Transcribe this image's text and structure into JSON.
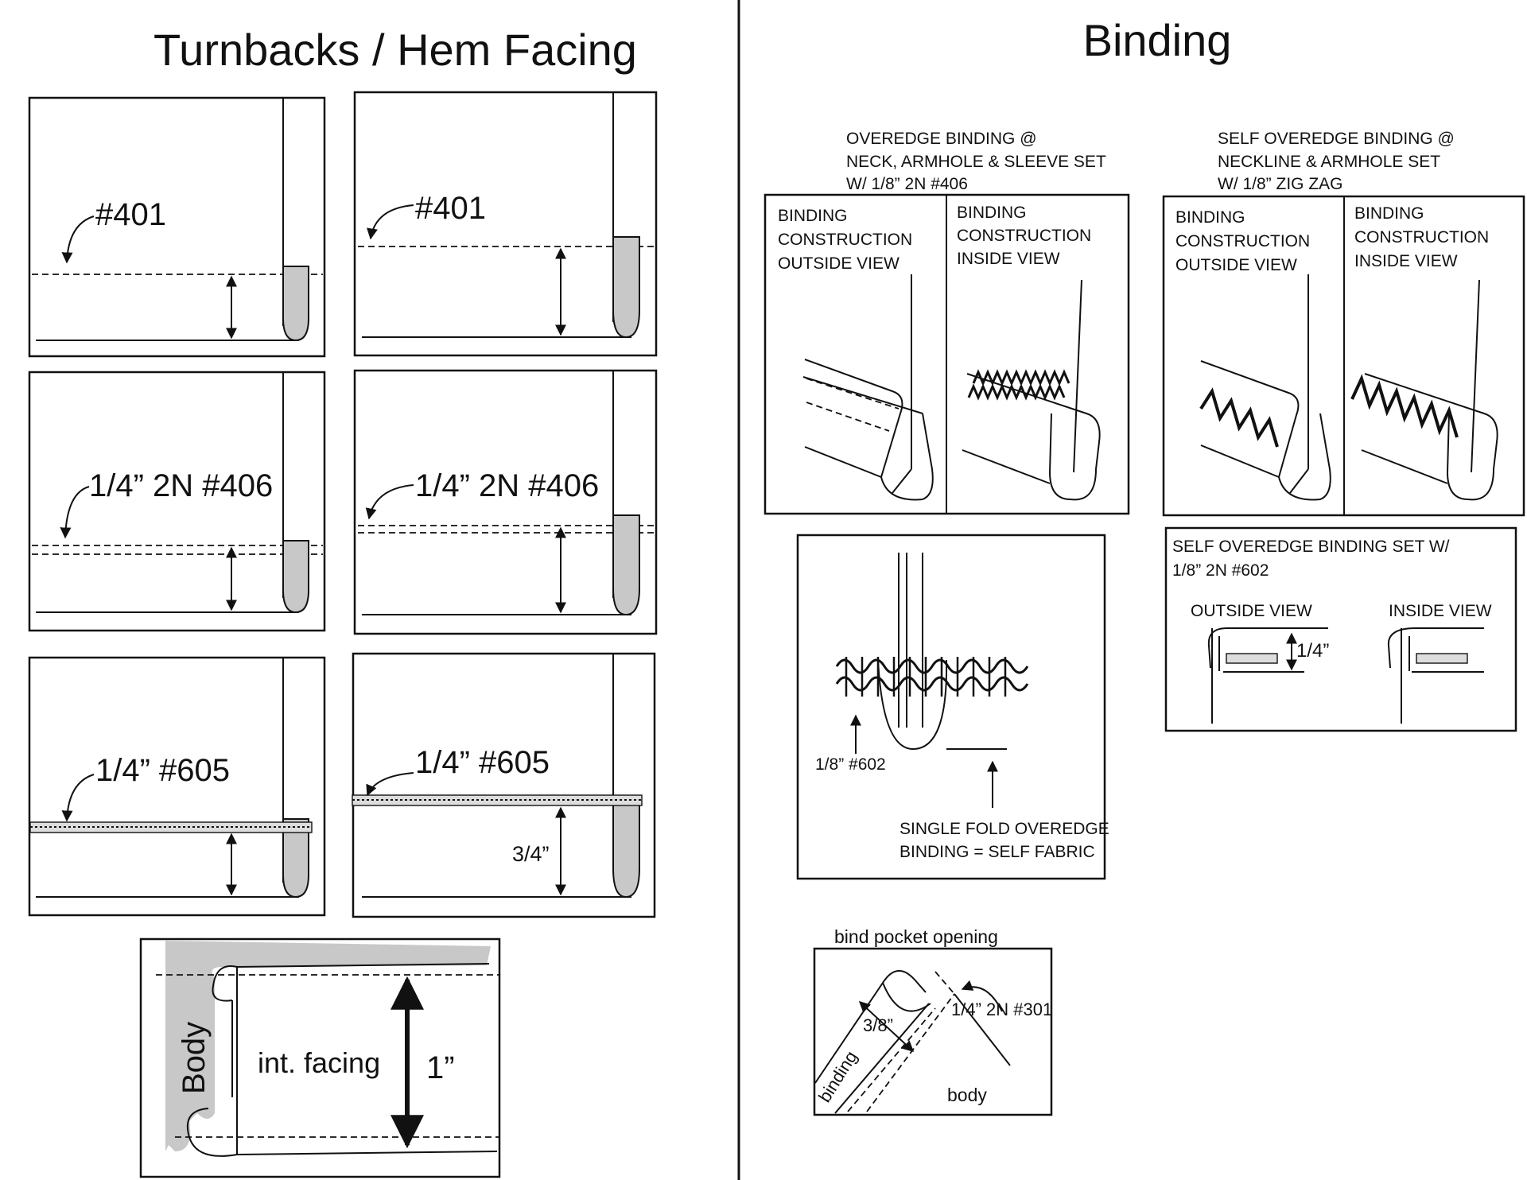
{
  "turnbacks": {
    "title": "Turnbacks / Hem Facing",
    "panels": [
      {
        "label": "#401"
      },
      {
        "label": "#401"
      },
      {
        "label": "1/4” 2N #406"
      },
      {
        "label": "1/4” 2N #406"
      },
      {
        "label": "1/4” #605"
      },
      {
        "label": "1/4” #605",
        "measure": "3/4”"
      }
    ],
    "facing_detail": {
      "body_label": "Body",
      "facing_label": "int. facing",
      "measure": "1”"
    }
  },
  "binding": {
    "title": "Binding",
    "overedge": {
      "caption_lines": [
        "OVEREDGE BINDING @",
        "NECK, ARMHOLE & SLEEVE SET",
        "W/ 1/8” 2N #406"
      ],
      "outside_lines": [
        "BINDING",
        "CONSTRUCTION",
        "OUTSIDE VIEW"
      ],
      "inside_lines": [
        "BINDING",
        "CONSTRUCTION",
        "INSIDE VIEW"
      ]
    },
    "self_overedge": {
      "caption_lines": [
        "SELF OVEREDGE BINDING @",
        "NECKLINE & ARMHOLE SET",
        "W/ 1/8” ZIG ZAG"
      ],
      "outside_lines": [
        "BINDING",
        "CONSTRUCTION",
        "OUTSIDE VIEW"
      ],
      "inside_lines": [
        "BINDING",
        "CONSTRUCTION",
        "INSIDE VIEW"
      ]
    },
    "single_fold": {
      "stitch_label": "1/8” #602",
      "caption_lines": [
        "SINGLE FOLD OVEREDGE",
        "BINDING = SELF FABRIC"
      ]
    },
    "self_set_602": {
      "caption_lines": [
        "SELF OVEREDGE BINDING SET W/",
        "1/8” 2N #602"
      ],
      "outside_label": "OUTSIDE VIEW",
      "inside_label": "INSIDE VIEW",
      "measure": "1/4”"
    },
    "pocket": {
      "title": "bind pocket opening",
      "stitch_label": "1/4” 2N #301",
      "measure": "3/8”",
      "binding_label": "binding",
      "body_label": "body"
    }
  }
}
